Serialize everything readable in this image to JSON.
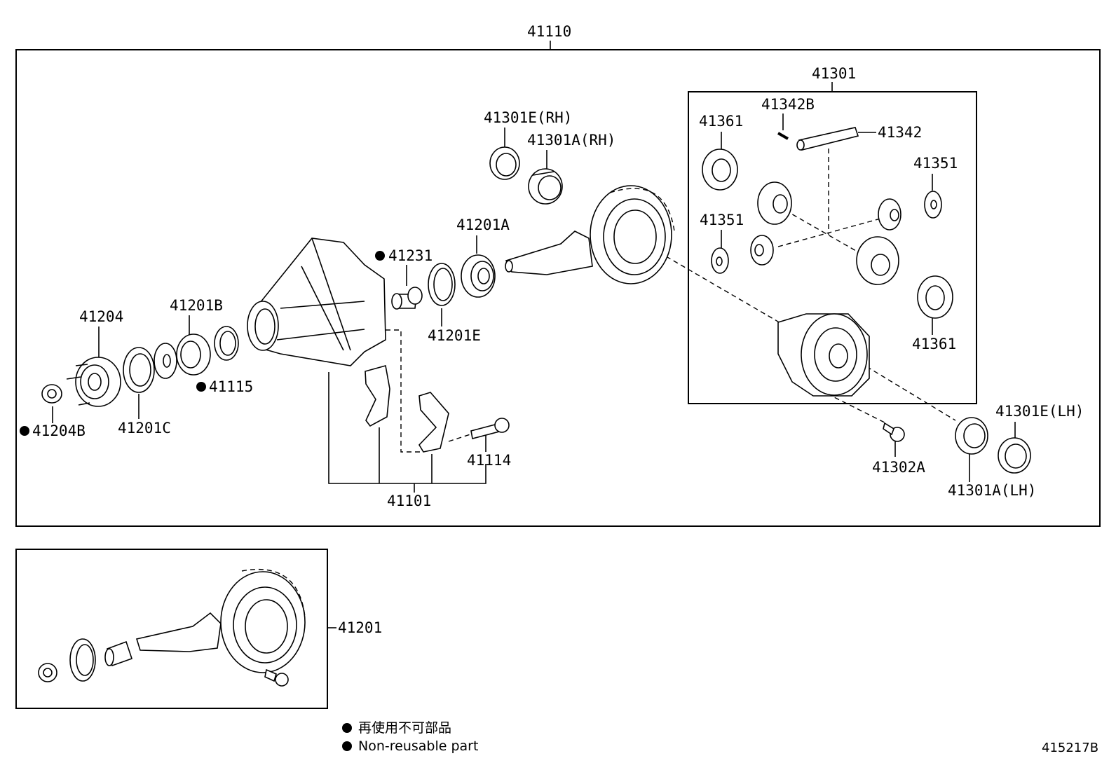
{
  "labels": {
    "assy": "41110",
    "diff_case_assy": "41301",
    "side_gear_washer_top": "41361",
    "pinion_shaft_pin": "41342B",
    "pinion_shaft": "41342",
    "pinion_washer_right": "41351",
    "pinion_washer_left": "41351",
    "side_gear_washer_bottom": "41361",
    "bearing_cup_rh": "41301E(RH)",
    "bearing_cone_rh": "41301A(RH)",
    "bearing_41201a": "41201A",
    "spacer_41231": "41231",
    "shim_41201e": "41201E",
    "companion_flange": "41204",
    "bearing_41201b": "41201B",
    "oil_seal_41115": "41115",
    "nut_41204b": "41204B",
    "deflector_41201c": "41201C",
    "bolt_41114": "41114",
    "carrier_41101": "41101",
    "bolt_41302a": "41302A",
    "bearing_cup_lh": "41301E(LH)",
    "bearing_cone_lh": "41301A(LH)",
    "gear_kit": "41201"
  },
  "legend": {
    "jp": "再使用不可部品",
    "en": "Non-reusable part"
  },
  "figure_id": "415217B"
}
